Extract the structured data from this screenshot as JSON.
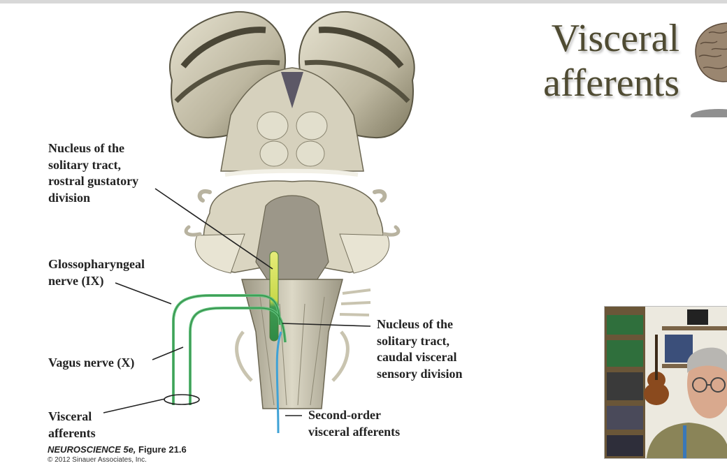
{
  "slide": {
    "title_line1": "Visceral",
    "title_line2": "afferents"
  },
  "figure": {
    "labels": {
      "rostral": "Nucleus of the\nsolitary tract,\nrostral gustatory\ndivision",
      "glosso": "Glossopharyngeal\nnerve (IX)",
      "vagus": "Vagus nerve (X)",
      "visceral": "Visceral\nafferents",
      "caudal": "Nucleus of the\nsolitary tract,\ncaudal visceral\nsensory division",
      "second": "Second-order\nvisceral afferents"
    },
    "caption_title": "NEUROSCIENCE 5e,",
    "caption_figure": " Figure 21.6",
    "copyright": "© 2012 Sinauer Associates, Inc."
  },
  "colors": {
    "title": "#4f4b32",
    "tract_yellow": "#d9e25a",
    "tract_green": "#3f9a52",
    "nerve_green": "#5fbf7a",
    "second_order_blue": "#3fa2d6",
    "brainstem": "#cdc8b4"
  },
  "icons": {
    "brain": "brain-icon",
    "webcam": "presenter-video"
  }
}
